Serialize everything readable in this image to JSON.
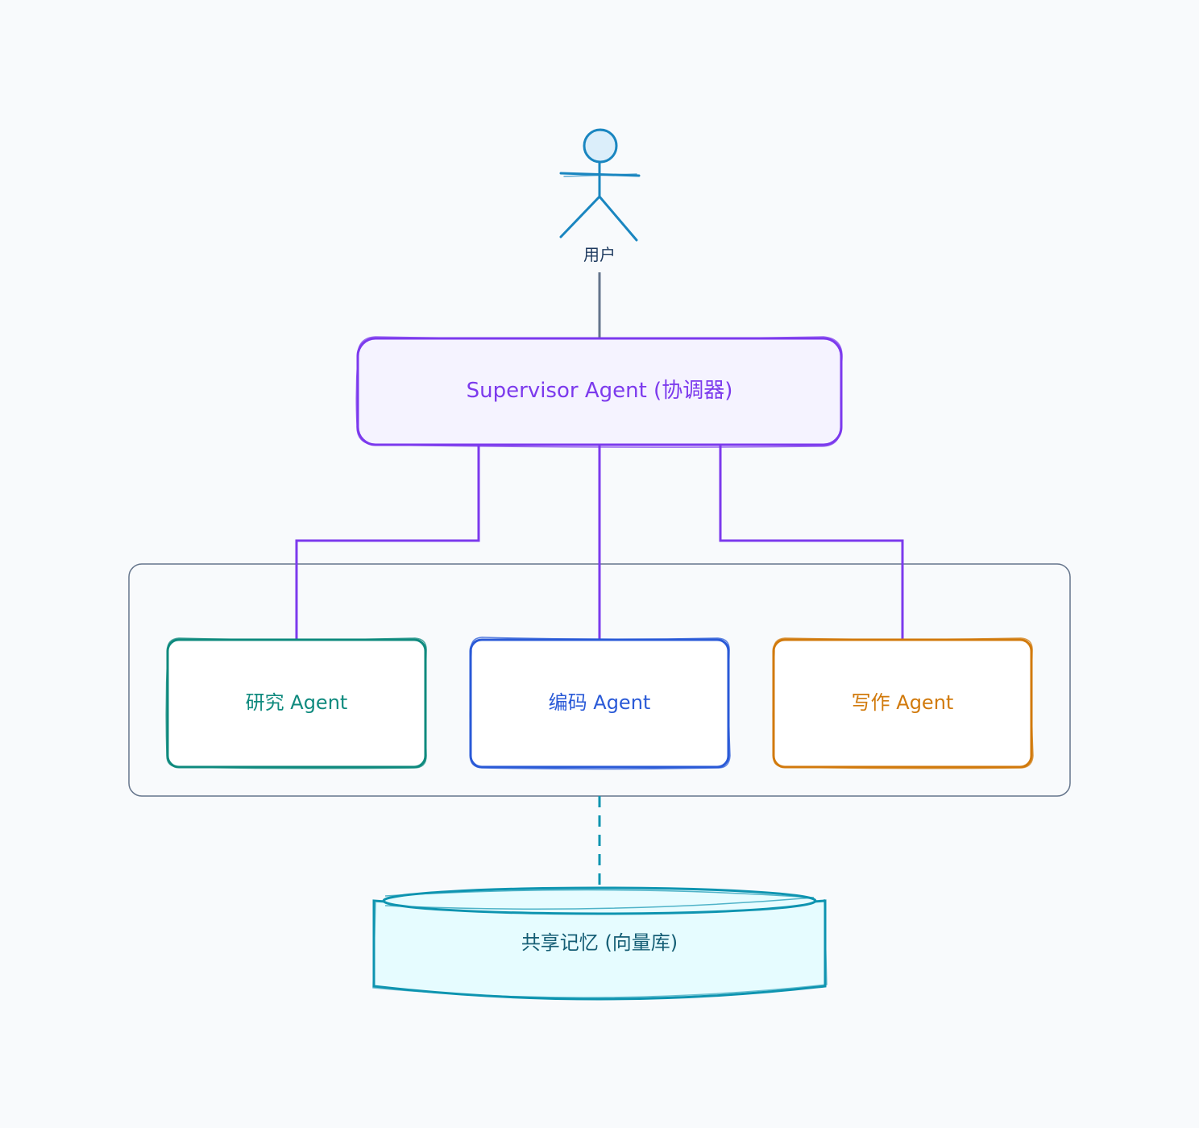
{
  "user": {
    "label": "用户",
    "icon": "stick-figure-user-icon"
  },
  "supervisor": {
    "label": "Supervisor Agent (协调器)",
    "color": "#7c3aed",
    "fill": "#f5f3ff"
  },
  "agents": [
    {
      "label": "研究 Agent",
      "color": "#0f8a7e"
    },
    {
      "label": "编码 Agent",
      "color": "#2a5ad7"
    },
    {
      "label": "写作 Agent",
      "color": "#d17a0c"
    }
  ],
  "memory": {
    "label": "共享记忆 (向量库)",
    "color": "#0e94b0",
    "fill": "#e6fcff"
  },
  "colors": {
    "background": "#f8fafc",
    "connector_user": "#64748b",
    "connector_agents": "#7c3aed",
    "group_border": "#64748b",
    "connector_memory": "#0e94b0"
  }
}
